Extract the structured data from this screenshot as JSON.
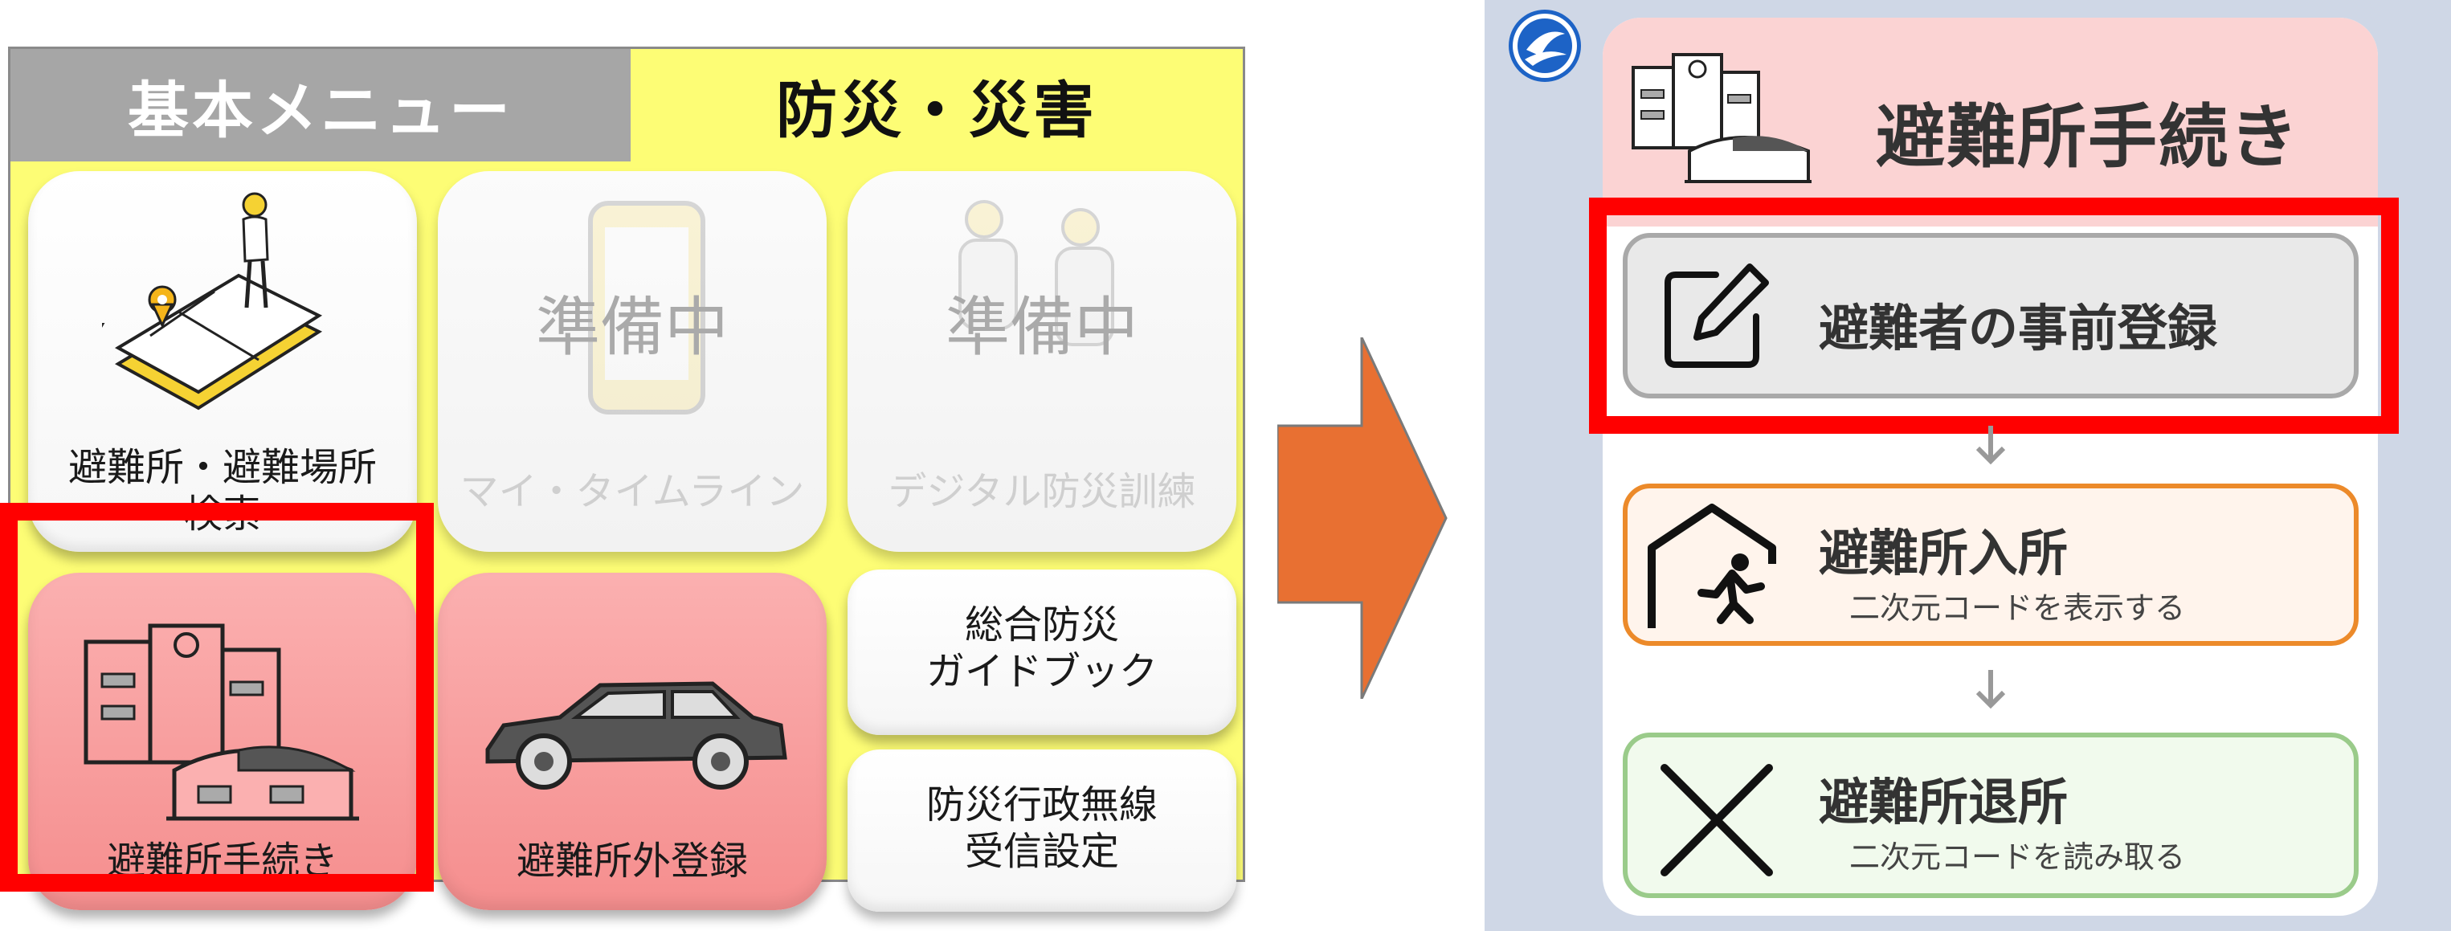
{
  "tabs": {
    "basic": "基本メニュー",
    "disaster": "防災・災害"
  },
  "tiles": {
    "shelter_search": "避難所・避難場所\n検索",
    "timeline_status": "準備中",
    "timeline_label": "マイ・タイムライン",
    "drill_status": "準備中",
    "drill_label": "デジタル防災訓練",
    "shelter_procedure": "避難所手続き",
    "outside_registration": "避難所外登録",
    "guidebook": "総合防災\nガイドブック",
    "radio_settings": "防災行政無線\n受信設定"
  },
  "card": {
    "title": "避難所手続き",
    "steps": [
      {
        "title": "避難者の事前登録",
        "subtitle": "",
        "icon": "edit-icon"
      },
      {
        "title": "避難所入所",
        "subtitle": "二次元コードを表示する",
        "icon": "enter-house-icon"
      },
      {
        "title": "避難所退所",
        "subtitle": "二次元コードを読み取る",
        "icon": "close-x-icon"
      }
    ]
  },
  "colors": {
    "menu_background": "#fdfd75",
    "tab_basic": "#a6a6a6",
    "tile_pink": "#f8a0a0",
    "highlight": "#ff0000",
    "arrow": "#e87032",
    "right_background": "#cfd7e6",
    "card_header": "#fbd3d3",
    "step_pre_border": "#a9a9a9",
    "step_enter_border": "#ec8a2a",
    "step_exit_border": "#9acb8a"
  }
}
